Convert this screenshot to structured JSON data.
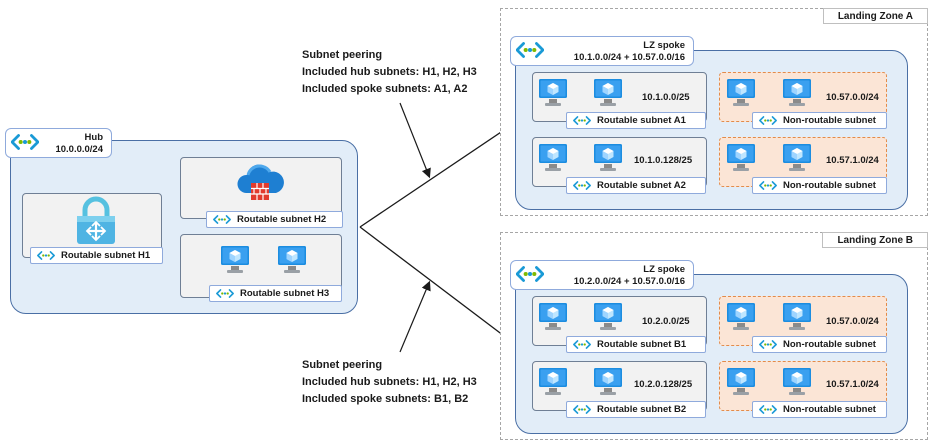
{
  "landing_zone_a": {
    "title": "Landing Zone A",
    "spoke": {
      "name": "LZ spoke",
      "address": "10.1.0.0/24 + 10.57.0.0/16"
    },
    "subnets": [
      {
        "label": "Routable subnet A1",
        "cidr": "10.1.0.0/25",
        "routable": true
      },
      {
        "label": "Non-routable subnet",
        "cidr": "10.57.0.0/24",
        "routable": false
      },
      {
        "label": "Routable subnet A2",
        "cidr": "10.1.0.128/25",
        "routable": true
      },
      {
        "label": "Non-routable subnet",
        "cidr": "10.57.1.0/24",
        "routable": false
      }
    ]
  },
  "landing_zone_b": {
    "title": "Landing Zone B",
    "spoke": {
      "name": "LZ spoke",
      "address": "10.2.0.0/24 + 10.57.0.0/16"
    },
    "subnets": [
      {
        "label": "Routable subnet B1",
        "cidr": "10.2.0.0/25",
        "routable": true
      },
      {
        "label": "Non-routable subnet",
        "cidr": "10.57.0.0/24",
        "routable": false
      },
      {
        "label": "Routable subnet B2",
        "cidr": "10.2.0.128/25",
        "routable": true
      },
      {
        "label": "Non-routable subnet",
        "cidr": "10.57.1.0/24",
        "routable": false
      }
    ]
  },
  "hub": {
    "name": "Hub",
    "address": "10.0.0.0/24",
    "subnets": [
      {
        "label": "Routable subnet H1",
        "icon": "vpn-gateway-icon"
      },
      {
        "label": "Routable subnet H2",
        "icon": "firewall-icon"
      },
      {
        "label": "Routable subnet H3",
        "icon": "virtual-machine-icon"
      }
    ]
  },
  "peering_a": {
    "line1": "Subnet peering",
    "line2": "Included hub subnets: H1, H2, H3",
    "line3": "Included spoke subnets: A1, A2"
  },
  "peering_b": {
    "line1": "Subnet peering",
    "line2": "Included hub subnets: H1, H2, H3",
    "line3": "Included spoke subnets: B1, B2"
  },
  "colors": {
    "vnet_fill": "#e2edf8",
    "vnet_border": "#4a6fa5",
    "subnet_fill": "#f2f2f2",
    "nonroutable_fill": "#fbe5d6",
    "nonroutable_border": "#e38b4a",
    "vnet_icon": "#1a9ad6"
  }
}
